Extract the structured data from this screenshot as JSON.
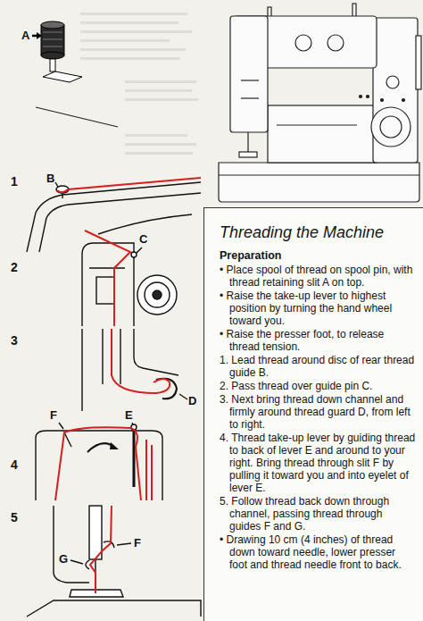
{
  "diagram": {
    "title": "Threading the Machine",
    "nodes": [
      {
        "text": [
          "Preparation",
          "• Place spool of thread on spool pin, with thread retaining slit A on top.",
          "• Raise the take-up lever to highest position by turning the hand wheel toward you.",
          "• Raise the presser foot, to release thread tension.",
          "1. Lead thread around disc of rear thread guide B.",
          "2. Pass thread over guide pin C.",
          "3. Next bring thread down channel and firmly around thread guard D, from left to right.",
          "4. Thread take-up lever by guiding thread to back of lever E and around to your right. Bring thread through slit F by pulling it toward you and into eyelet of lever E.",
          "5. Follow thread back down through channel, passing thread through guides F and G.",
          "• Drawing 10 cm (4 inches) of thread down toward needle, lower presser foot and thread needle front to back."
        ]
      }
    ],
    "labels": [
      "A",
      "1",
      "B",
      "2",
      "C",
      "3",
      "D",
      "4",
      "F",
      "E",
      "5",
      "F",
      "G"
    ]
  }
}
